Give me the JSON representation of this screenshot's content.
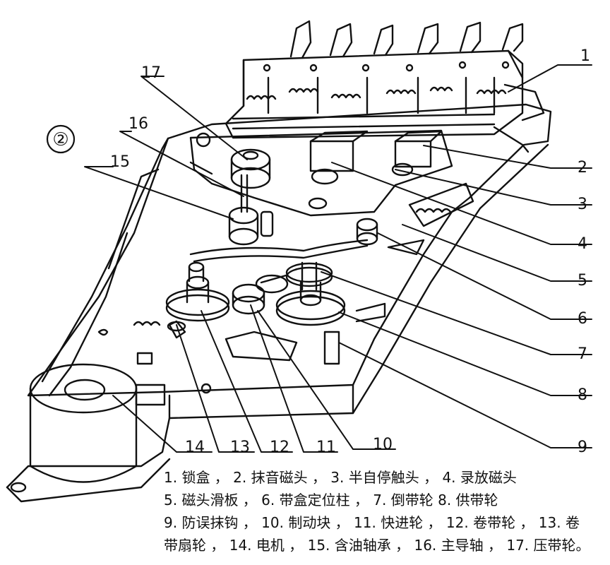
{
  "figure_label": "②",
  "callouts": [
    "1",
    "2",
    "3",
    "4",
    "5",
    "6",
    "7",
    "8",
    "9",
    "10",
    "11",
    "12",
    "13",
    "14",
    "15",
    "16",
    "17"
  ],
  "legend_lines": [
    "1. 锁盒 ， 2. 抹音磁头 ， 3. 半自停触头 ，  4. 录放磁头",
    "5. 磁头滑板 ， 6. 带盒定位柱 ， 7. 倒带轮  8. 供带轮",
    "9. 防误抹钩 ， 10. 制动块 ， 11. 快进轮 ， 12. 卷带轮 ， 13. 卷",
    "带扇轮 ， 14. 电机 ， 15. 含油轴承 ， 16. 主导轴 ， 17. 压带轮。"
  ]
}
